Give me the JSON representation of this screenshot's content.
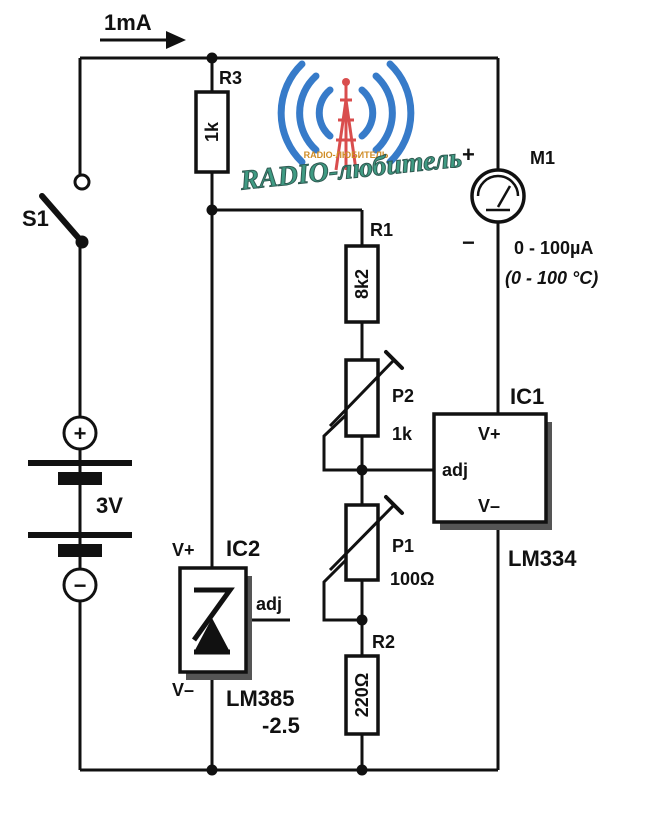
{
  "current_label": "1mA",
  "switch": {
    "name": "S1"
  },
  "battery": {
    "voltage": "3V",
    "plus_symbol": "+",
    "minus_symbol": "−"
  },
  "r3": {
    "name": "R3",
    "value": "1k"
  },
  "r1": {
    "name": "R1",
    "value": "8k2"
  },
  "r2": {
    "name": "R2",
    "value": "220Ω"
  },
  "p2": {
    "name": "P2",
    "value": "1k"
  },
  "p1": {
    "name": "P1",
    "value": "100Ω"
  },
  "meter": {
    "name": "M1",
    "range": "0 - 100µA",
    "temp_range": "(0 - 100 °C)",
    "plus": "+",
    "minus": "−"
  },
  "ic1": {
    "name": "IC1",
    "part": "LM334",
    "vplus": "V+",
    "vminus": "V–",
    "adj": "adj"
  },
  "ic2": {
    "name": "IC2",
    "part": "LM385",
    "part_suffix": "-2.5",
    "vplus": "V+",
    "vminus": "V–",
    "adj": "adj"
  },
  "watermark": {
    "text": "RADIO-любитель",
    "small_text": "RADIO-ЛЮБИТЕЛЬ"
  },
  "colors": {
    "ink": "#111111",
    "watermark_blue": "#1565c0",
    "watermark_red": "#d32f2f",
    "watermark_green": "#1e8a6e"
  }
}
